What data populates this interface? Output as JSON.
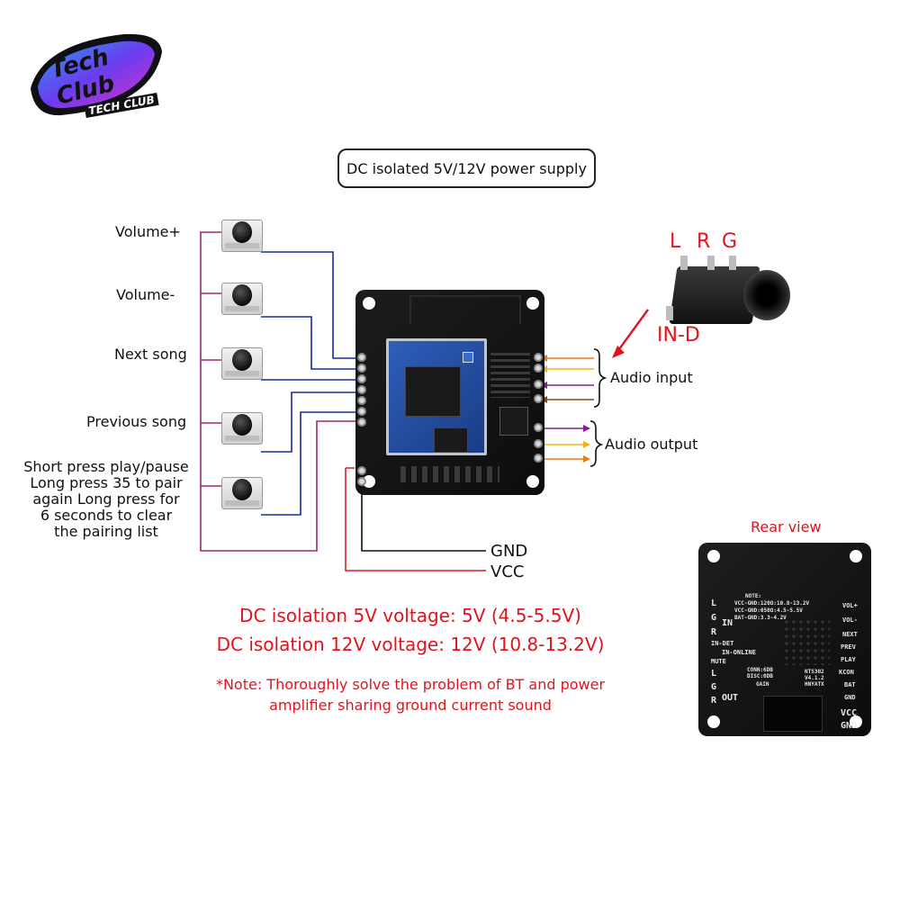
{
  "brand": {
    "logo_big": "Tech Club",
    "logo_small": "TECH CLUB"
  },
  "title_box": "DC isolated 5V/12V power supply",
  "buttons": [
    {
      "label": "Volume+"
    },
    {
      "label": "Volume-"
    },
    {
      "label": "Next song"
    },
    {
      "label": "Previous song"
    },
    {
      "label_lines": [
        "Short press play/pause",
        "Long press 35 to pair",
        "again Long press for",
        "6 seconds to clear",
        "the pairing list"
      ]
    }
  ],
  "jack": {
    "pins": [
      "L",
      "R",
      "G"
    ],
    "label": "IN-D"
  },
  "audio_input_label": "Audio input",
  "audio_output_label": "Audio output",
  "power": {
    "gnd": "GND",
    "vcc": "VCC"
  },
  "specs": [
    "DC isolation 5V voltage: 5V (4.5-5.5V)",
    "DC isolation 12V voltage: 12V (10.8-13.2V)"
  ],
  "note_lines": [
    "*Note: Thoroughly solve the problem of BT and power",
    "amplifier sharing ground current sound"
  ],
  "rear": {
    "title": "Rear view",
    "left_pins": [
      "L",
      "G",
      "R",
      "IN",
      "IN-DET",
      "IN-ONLINE",
      "MUTE",
      "L",
      "G",
      "R",
      "OUT"
    ],
    "right_pins": [
      "VOL+",
      "VOL-",
      "NEXT",
      "PREV",
      "PLAY",
      "KCON",
      "BAT",
      "GND",
      "VCC",
      "GND"
    ],
    "note_lines": [
      "NOTE:",
      "VCC-GND:120Ω:10.8-13.2V",
      "VCC-GND:050Ω:4.5-5.5V",
      "BAT-GND:3.3-4.2V"
    ],
    "conn_lines": [
      "CONN:6DB",
      "DISC:0DB",
      "GAIN"
    ],
    "model_lines": [
      "NT5302",
      "V4.1.2",
      "HNYATX"
    ]
  },
  "colors": {
    "wire_blue": "#1a2a9a",
    "wire_magenta": "#a0286e",
    "wire_red": "#d0202a",
    "wire_black": "#111111",
    "orange": "#f07818",
    "yellow": "#f0b418",
    "purple": "#8a1c9a",
    "brown": "#8a4a14",
    "accent_red": "#e0141e"
  }
}
